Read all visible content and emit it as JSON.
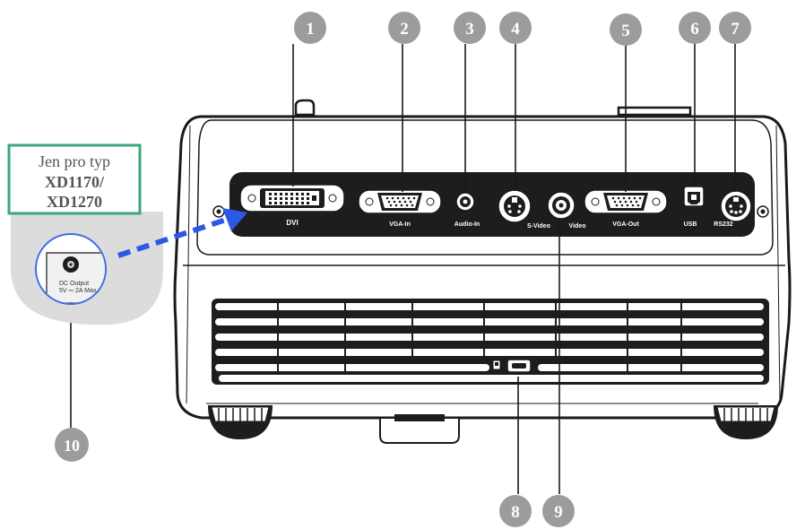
{
  "note_box": {
    "line1": "Jen pro typ",
    "line2": "XD1170/",
    "line3": "XD1270"
  },
  "dc_output": {
    "label1": "DC Output",
    "label2": "5V ⎓ 2A Max."
  },
  "port_labels": {
    "dvi": "DVI",
    "vga_in": "VGA-In",
    "audio_in": "Audio-In",
    "s_video": "S-Video",
    "video": "Video",
    "vga_out": "VGA-Out",
    "usb": "USB",
    "rs232": "RS232"
  },
  "callouts": {
    "c1": "1",
    "c2": "2",
    "c3": "3",
    "c4": "4",
    "c5": "5",
    "c6": "6",
    "c7": "7",
    "c8": "8",
    "c9": "9",
    "c10": "10"
  },
  "colors": {
    "callout": "#9c9c9c",
    "note_border": "#3aa87a",
    "arrow": "#2b59e6",
    "dc_circle": "#3f6be8",
    "body": "#ffffff",
    "outline": "#1a1a1a",
    "panel": "#1d1d1d"
  }
}
